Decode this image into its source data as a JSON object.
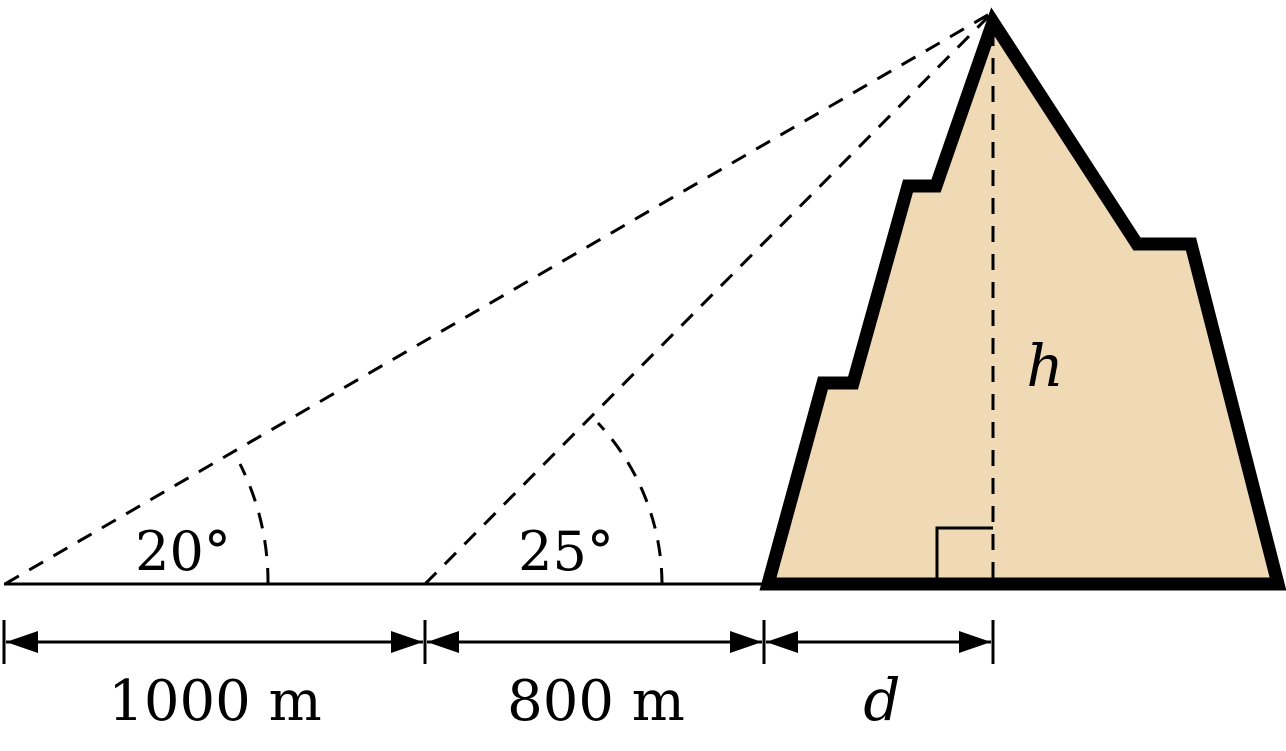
{
  "colors": {
    "mountain_fill": "#F0D9B5",
    "stroke": "#000000",
    "background": "#FFFFFF"
  },
  "labels": {
    "angle_near": "20°",
    "angle_far": "25°",
    "height": "h",
    "distance_1": "1000 m",
    "distance_2": "800 m",
    "distance_3": "d"
  },
  "geometry_facts": {
    "angle_near_deg": 20,
    "angle_far_deg": 25,
    "distance_1_m": 1000,
    "distance_2_m": 800
  }
}
